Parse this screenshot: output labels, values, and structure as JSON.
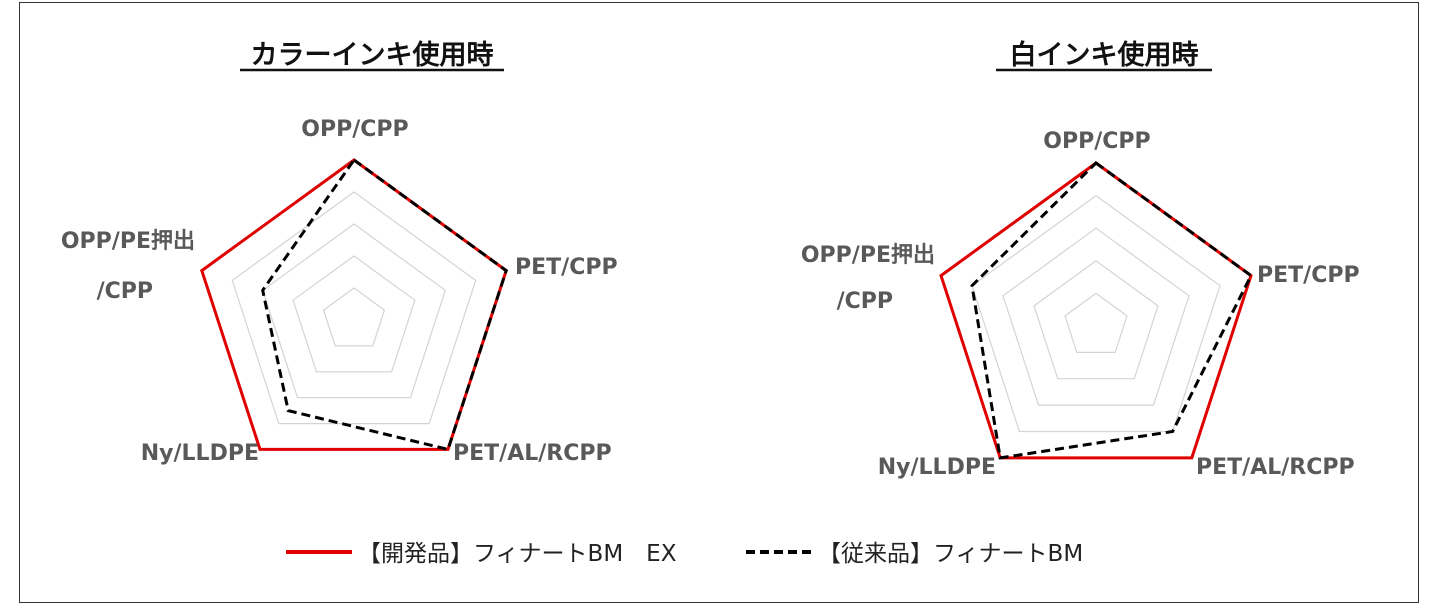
{
  "colors": {
    "developed": "#e00000",
    "conventional": "#000000",
    "grid": "#d4d4d4",
    "label": "#595959"
  },
  "legend": {
    "items": [
      {
        "label": "【開発品】フィナートBM　EX",
        "series": "developed",
        "style": "solid"
      },
      {
        "label": "【従来品】フィナートBM",
        "series": "conventional",
        "style": "dashed"
      }
    ]
  },
  "chart_data": [
    {
      "type": "radar",
      "title": "カラーインキ使用時",
      "axes": [
        {
          "lines": [
            "OPP/CPP"
          ]
        },
        {
          "lines": [
            "PET/CPP"
          ]
        },
        {
          "lines": [
            "PET/AL/RCPP"
          ]
        },
        {
          "lines": [
            "Ny/LLDPE"
          ]
        },
        {
          "lines": [
            "OPP/PE押出",
            "/CPP"
          ]
        }
      ],
      "grid_levels": 5,
      "grid": true,
      "legend_position": "bottom",
      "series": [
        {
          "name": "【開発品】フィナートBM　EX",
          "values": [
            5,
            5,
            5,
            5,
            5
          ]
        },
        {
          "name": "【従来品】フィナートBM",
          "values": [
            5,
            5,
            5,
            3.5,
            3
          ]
        }
      ]
    },
    {
      "type": "radar",
      "title": "白インキ使用時",
      "axes": [
        {
          "lines": [
            "OPP/CPP"
          ]
        },
        {
          "lines": [
            "PET/CPP"
          ]
        },
        {
          "lines": [
            "PET/AL/RCPP"
          ]
        },
        {
          "lines": [
            "Ny/LLDPE"
          ]
        },
        {
          "lines": [
            "OPP/PE押出",
            "/CPP"
          ]
        }
      ],
      "grid_levels": 5,
      "grid": true,
      "legend_position": "bottom",
      "series": [
        {
          "name": "【開発品】フィナートBM　EX",
          "values": [
            5,
            5,
            5,
            5,
            5
          ]
        },
        {
          "name": "【従来品】フィナートBM",
          "values": [
            5,
            5,
            4,
            5,
            4
          ]
        }
      ]
    }
  ]
}
